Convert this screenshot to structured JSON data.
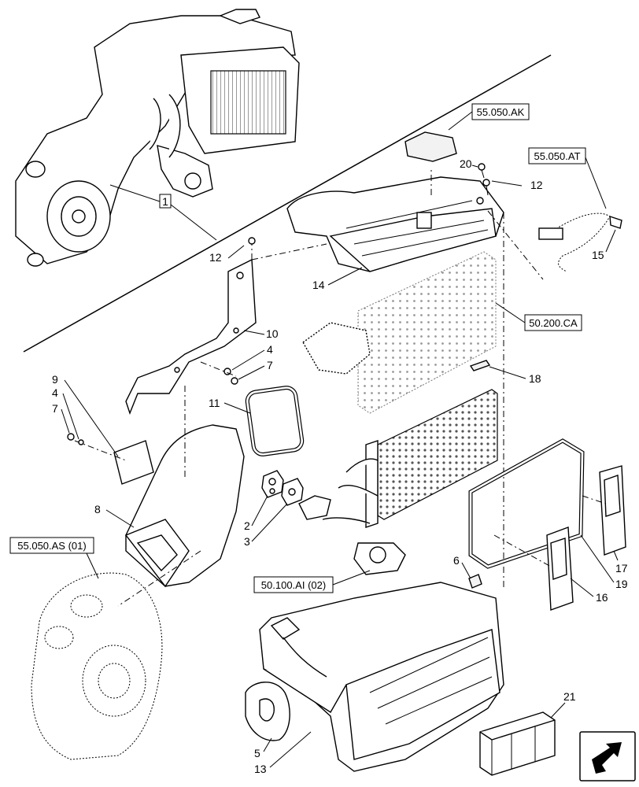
{
  "callouts": {
    "c1": "1",
    "c2": "2",
    "c3": "3",
    "c4a": "4",
    "c4b": "4",
    "c5": "5",
    "c6": "6",
    "c7a": "7",
    "c7b": "7",
    "c8": "8",
    "c9": "9",
    "c10": "10",
    "c11": "11",
    "c12a": "12",
    "c12b": "12",
    "c13": "13",
    "c14": "14",
    "c15": "15",
    "c16": "16",
    "c17": "17",
    "c18": "18",
    "c19": "19",
    "c20": "20",
    "c21": "21"
  },
  "references": {
    "ak": "55.050.AK",
    "at": "55.050.AT",
    "ca": "50.200.CA",
    "as01": "55.050.AS (01)",
    "ai02": "50.100.AI (02)"
  },
  "nav_icon": "arrow-navigation-icon"
}
